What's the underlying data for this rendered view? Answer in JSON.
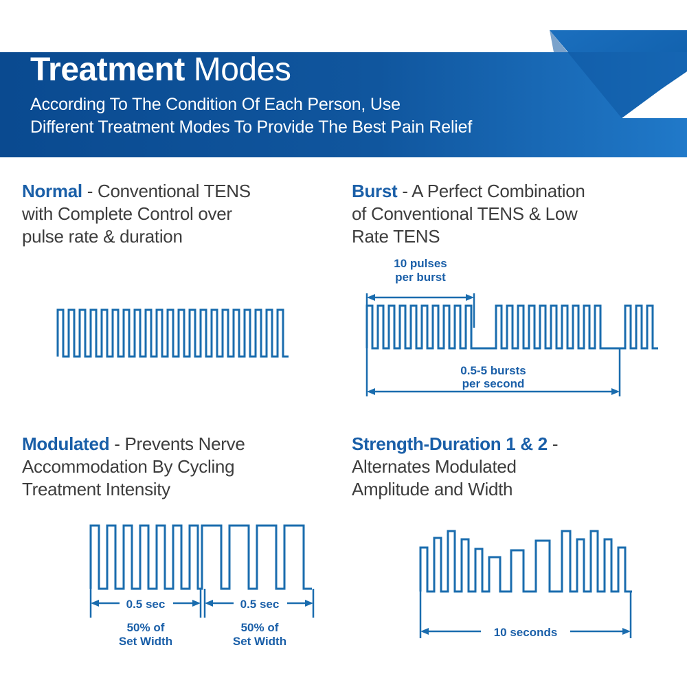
{
  "header": {
    "title_bold": "Treatment",
    "title_light": "Modes",
    "subtitle_line1": "According To The Condition Of Each Person, Use",
    "subtitle_line2": "Different Treatment Modes To Provide The Best Pain Relief",
    "color_dark": "#0b4f96",
    "color_light": "#1d72c4"
  },
  "modes": {
    "normal": {
      "name": "Normal",
      "desc": " - Conventional TENS with Complete Control over pulse rate & duration",
      "desc_line1": " - Conventional TENS",
      "desc_line2": "with Complete Control over",
      "desc_line3": "pulse rate & duration"
    },
    "burst": {
      "name": "Burst",
      "desc_line1": " - A Perfect Combination",
      "desc_line2": "of Conventional TENS & Low",
      "desc_line3": "Rate TENS",
      "annotation_top_line1": "10 pulses",
      "annotation_top_line2": "per burst",
      "annotation_bottom_line1": "0.5-5 bursts",
      "annotation_bottom_line2": "per second"
    },
    "modulated": {
      "name": "Modulated",
      "desc_line1": " - Prevents Nerve",
      "desc_line2": "Accommodation By Cycling",
      "desc_line3": "Treatment Intensity",
      "annotation_left_time": "0.5 sec",
      "annotation_right_time": "0.5 sec",
      "annotation_left_pct_line1": "50% of",
      "annotation_left_pct_line2": "Set Width",
      "annotation_right_pct_line1": "50% of",
      "annotation_right_pct_line2": "Set Width"
    },
    "strength_duration": {
      "name": "Strength-Duration 1 & 2",
      "desc_line1": " -",
      "desc_line2": "Alternates Modulated",
      "desc_line3": "Amplitude and Width",
      "annotation": "10 seconds"
    }
  },
  "waveform_color": "#1a6cae"
}
